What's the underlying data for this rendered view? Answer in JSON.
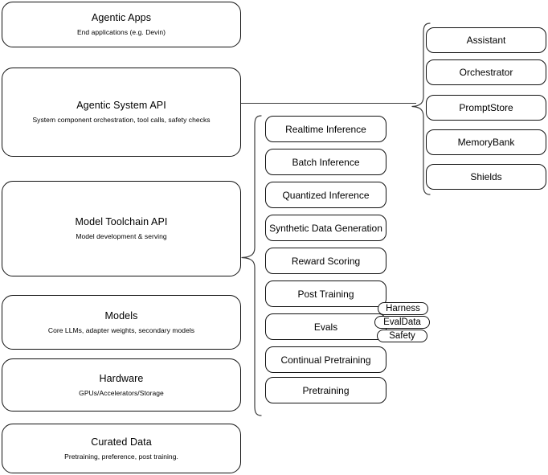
{
  "diagram": {
    "type": "layered-architecture-diagram",
    "background_color": "#ffffff",
    "stroke_color": "#111111",
    "connector_color": "#3b3b3b",
    "layers": [
      {
        "id": "agentic-apps",
        "title": "Agentic Apps",
        "subtitle": "End applications (e.g. Devin)"
      },
      {
        "id": "agentic-system-api",
        "title": "Agentic System API",
        "subtitle": "System component orchestration, tool calls, safety checks"
      },
      {
        "id": "model-toolchain-api",
        "title": "Model Toolchain API",
        "subtitle": "Model development & serving"
      },
      {
        "id": "models",
        "title": "Models",
        "subtitle": "Core LLMs, adapter weights, secondary models"
      },
      {
        "id": "hardware",
        "title": "Hardware",
        "subtitle": "GPUs/Accelerators/Storage"
      },
      {
        "id": "curated-data",
        "title": "Curated Data",
        "subtitle": "Pretraining, preference, post training."
      }
    ],
    "toolchain_components": [
      {
        "id": "realtime-inference",
        "label": "Realtime Inference"
      },
      {
        "id": "batch-inference",
        "label": "Batch Inference"
      },
      {
        "id": "quantized-inference",
        "label": "Quantized Inference"
      },
      {
        "id": "synthetic-data-generation",
        "label": "Synthetic Data Generation"
      },
      {
        "id": "reward-scoring",
        "label": "Reward Scoring"
      },
      {
        "id": "post-training",
        "label": "Post Training"
      },
      {
        "id": "evals",
        "label": "Evals"
      },
      {
        "id": "continual-pretraining",
        "label": "Continual Pretraining"
      },
      {
        "id": "pretraining",
        "label": "Pretraining"
      }
    ],
    "eval_subcomponents": [
      {
        "id": "harness",
        "label": "Harness"
      },
      {
        "id": "evaldata",
        "label": "EvalData"
      },
      {
        "id": "safety",
        "label": "Safety"
      }
    ],
    "system_components": [
      {
        "id": "assistant",
        "label": "Assistant"
      },
      {
        "id": "orchestrator",
        "label": "Orchestrator"
      },
      {
        "id": "promptstore",
        "label": "PromptStore"
      },
      {
        "id": "memorybank",
        "label": "MemoryBank"
      },
      {
        "id": "shields",
        "label": "Shields"
      }
    ]
  }
}
